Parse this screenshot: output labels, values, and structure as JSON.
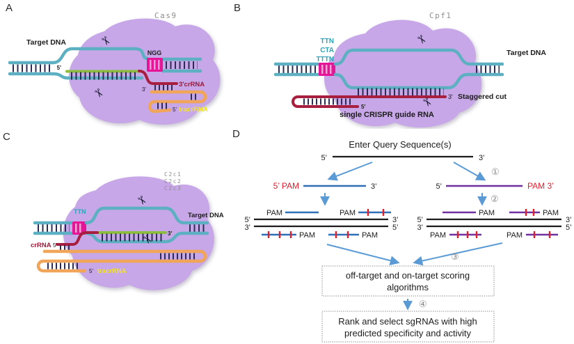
{
  "colors": {
    "protein_blob": "#c7a7e7",
    "dna_teal": "#5cb0c1",
    "rung_navy": "#2c2c55",
    "pam_magenta": "#e61597",
    "protospacer_green": "#8dbd3c",
    "rna_dark_red": "#a81e3e",
    "tracr_orange": "#f0a558",
    "label_yellow": "#f2e324",
    "enzyme_gray": "#8e8e8e",
    "flow_arrow_blue": "#5b9bd5",
    "flow_seq_blue": "#2e6fb7",
    "flow_seq_purple": "#7030a0",
    "flow_red": "#e01f2d",
    "box_border_gray": "#909090"
  },
  "icons": {
    "scissors": "✂"
  },
  "panel_a": {
    "letter": "A",
    "enzyme": "Cas9",
    "target_dna": "Target DNA",
    "pam": "NGG",
    "protospacer_five": "5'",
    "crrna": "3'crRNA",
    "crrna_three": "3'",
    "tracr_five": "5'",
    "tracrrna": "tracrRNA"
  },
  "panel_b": {
    "letter": "B",
    "enzyme": "Cpf1",
    "pams": [
      "TTN",
      "CTA",
      "TTTN"
    ],
    "target_dna": "Target DNA",
    "sgrna_three": "3'",
    "staggered_cut": "Staggered cut",
    "sgrna_five": "5'",
    "sgrna": "single CRISPR guide RNA"
  },
  "panel_c": {
    "letter": "C",
    "enzymes": [
      "C2c1",
      "C2c2",
      "C2c3"
    ],
    "pam": "TTN",
    "target_dna": "Target DNA",
    "green_three": "3'",
    "crrna": "crRNA",
    "crrna_five": "5'",
    "tracr_five": "5'",
    "tracrrna": "tracrRNA"
  },
  "panel_d": {
    "letter": "D",
    "title": "Enter Query Sequence(s)",
    "five": "5’",
    "three": "3’",
    "left_branch": "5’ PAM",
    "right_branch": "PAM 3’",
    "pam": "PAM",
    "step1": "①",
    "step2": "②",
    "step3": "③",
    "step4": "④",
    "box1_line1": "off-target and on-target scoring",
    "box1_line2": "algorithms",
    "box2_line1": "Rank and select sgRNAs with high",
    "box2_line2": "predicted specificity and activity"
  }
}
